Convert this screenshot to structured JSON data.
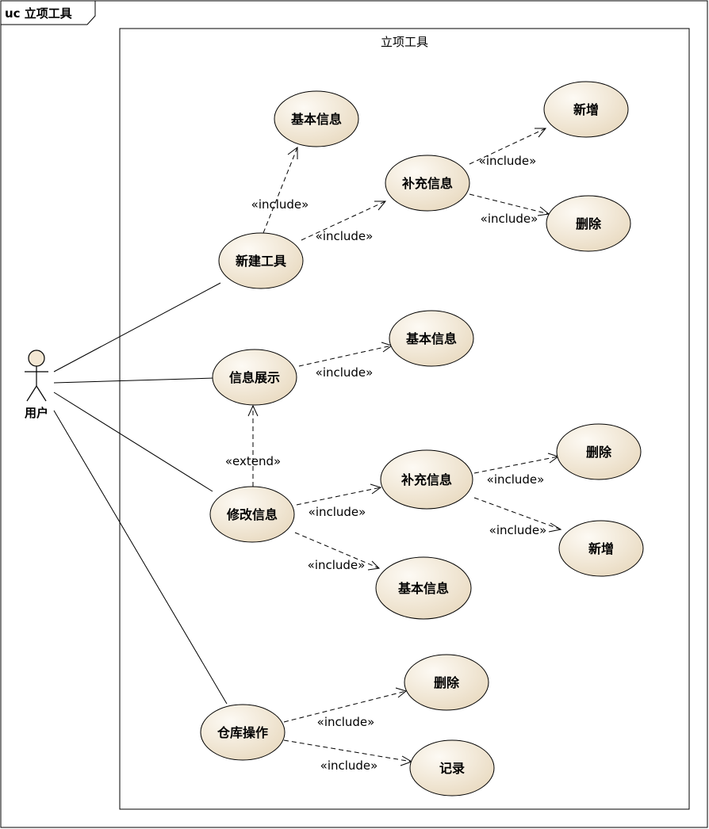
{
  "frame": {
    "label": "uc 立项工具"
  },
  "boundary": {
    "title": "立项工具"
  },
  "actor": {
    "name": "用户"
  },
  "colors": {
    "usecase_fill_light": "#fbf6ee",
    "usecase_fill_dark": "#eadcc4",
    "stroke": "#000000"
  },
  "use_cases": {
    "xinjian_gongju": "新建工具",
    "jiben_xinxi_1": "基本信息",
    "buchong_xinxi_1": "补充信息",
    "xinzeng_1": "新增",
    "shanchu_1": "删除",
    "xinxi_zhanshi": "信息展示",
    "jiben_xinxi_2": "基本信息",
    "xiugai_xinxi": "修改信息",
    "buchong_xinxi_2": "补充信息",
    "shanchu_2": "删除",
    "xinzeng_2": "新增",
    "jiben_xinxi_3": "基本信息",
    "cangku_caozuo": "仓库操作",
    "shanchu_3": "删除",
    "jilu": "记录"
  },
  "stereotypes": {
    "include": "«include»",
    "extend": "«extend»"
  }
}
